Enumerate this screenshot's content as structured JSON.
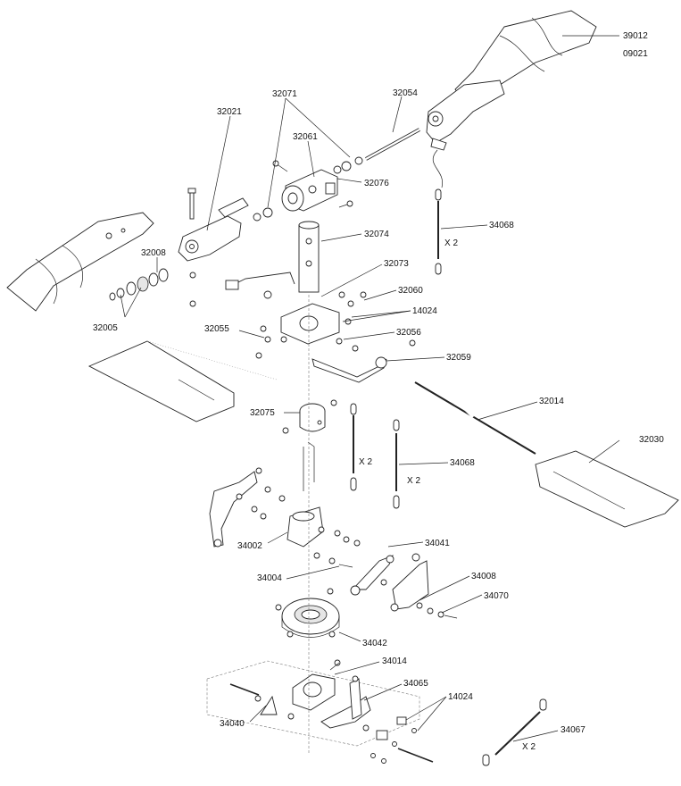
{
  "labels": {
    "p39012": "39012",
    "p09021": "09021",
    "p32054": "32054",
    "p32071": "32071",
    "p32021": "32021",
    "p32061": "32061",
    "p32076": "32076",
    "p34068a": "34068",
    "x2a": "X 2",
    "p32074": "32074",
    "p32008": "32008",
    "p32073": "32073",
    "p32060": "32060",
    "p14024a": "14024",
    "p32005": "32005",
    "p32055": "32055",
    "p32056": "32056",
    "p32059": "32059",
    "p32014": "32014",
    "p32075": "32075",
    "p32030": "32030",
    "x2b": "X 2",
    "p34068b": "34068",
    "x2c": "X 2",
    "p34041": "34041",
    "p34002": "34002",
    "p34004": "34004",
    "p34008": "34008",
    "p34070": "34070",
    "p34042": "34042",
    "p34014": "34014",
    "p34065": "34065",
    "p14024b": "14024",
    "p34040": "34040",
    "p34067": "34067",
    "x2d": "X 2"
  }
}
